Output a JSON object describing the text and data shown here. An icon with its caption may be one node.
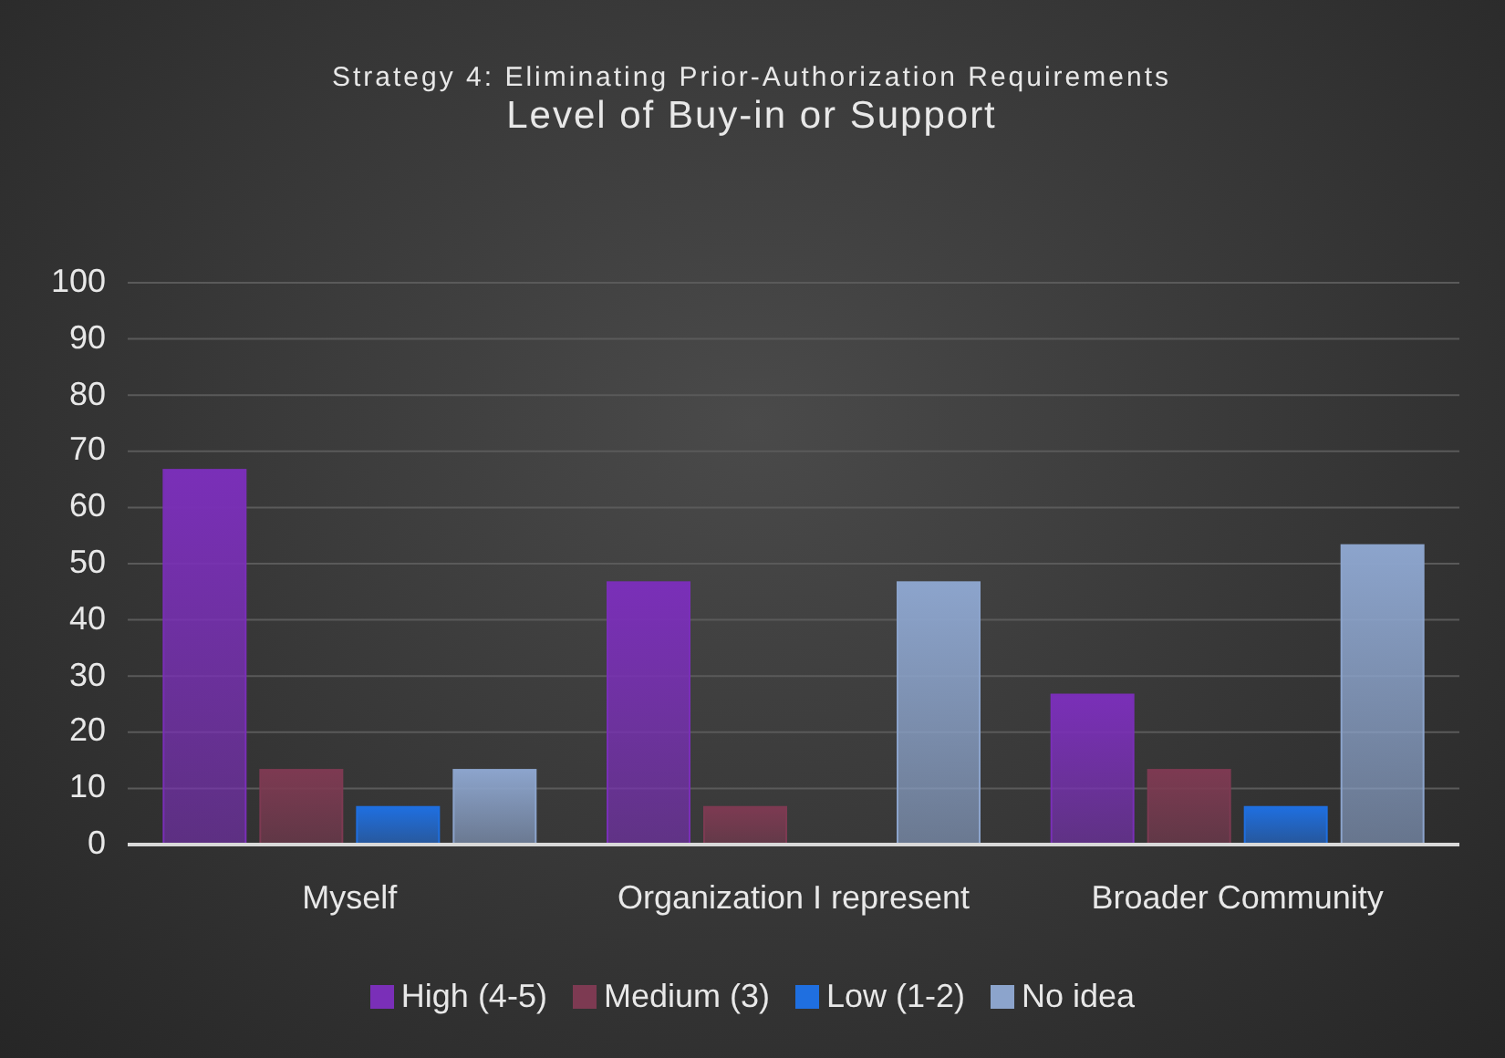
{
  "diagram": {
    "title": "Strategy 4: Eliminating Prior-Authorization Requirements",
    "chart_data": {
      "type": "bar",
      "title": "Level of Buy-in or Support",
      "categories": [
        "Myself",
        "Organization I represent",
        "Broader Community"
      ],
      "series": [
        {
          "name": "High (4-5)",
          "color": "#7a2fb8",
          "values": [
            66.7,
            46.7,
            26.7
          ]
        },
        {
          "name": "Medium (3)",
          "color": "#7d3a52",
          "values": [
            13.3,
            6.7,
            13.3
          ]
        },
        {
          "name": "Low (1-2)",
          "color": "#1f6fe0",
          "values": [
            6.7,
            0,
            6.7
          ]
        },
        {
          "name": "No idea",
          "color": "#8ca4cc",
          "values": [
            13.3,
            46.7,
            53.3
          ]
        }
      ],
      "ylim": [
        0,
        100
      ],
      "yticks": [
        0,
        10,
        20,
        30,
        40,
        50,
        60,
        70,
        80,
        90,
        100
      ],
      "grid": true,
      "legend": "bottom"
    }
  }
}
